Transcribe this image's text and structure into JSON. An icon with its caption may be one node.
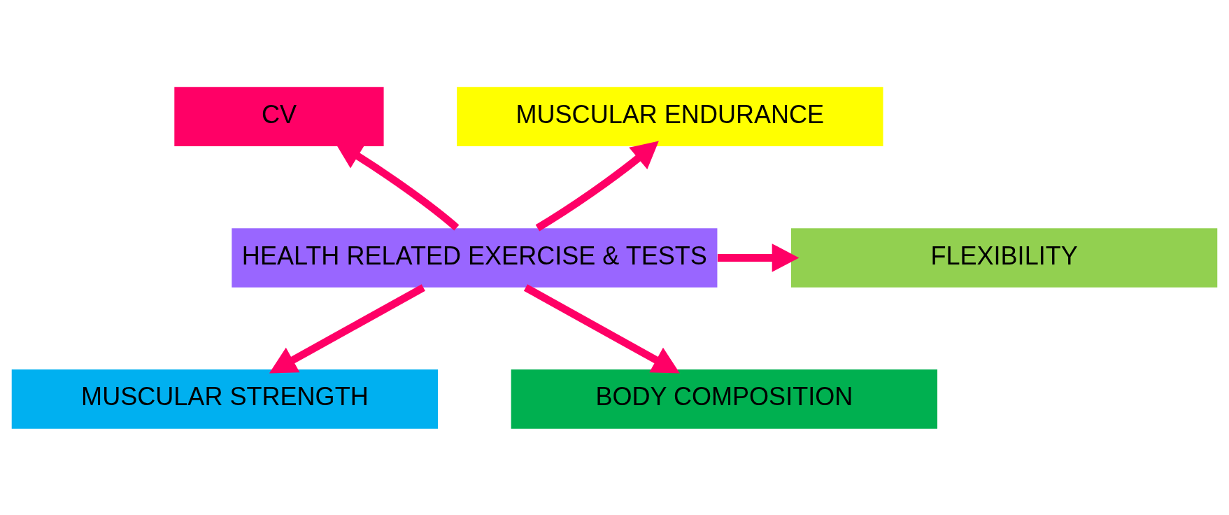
{
  "diagram": {
    "nodes": [
      {
        "text": [
          "CV"
        ]
      },
      {
        "text": [
          "MUSCULAR ENDURANCE"
        ]
      },
      {
        "text": [
          "HEALTH RELATED EXERCISE & TESTS"
        ]
      },
      {
        "text": [
          "FLEXIBILITY"
        ]
      },
      {
        "text": [
          "MUSCULAR STRENGTH"
        ]
      },
      {
        "text": [
          "BODY COMPOSITION"
        ]
      }
    ],
    "edges": [
      {
        "from": 2,
        "to": 0,
        "arrow": "to"
      },
      {
        "from": 2,
        "to": 1,
        "arrow": "to"
      },
      {
        "from": 2,
        "to": 3,
        "arrow": "to"
      },
      {
        "from": 2,
        "to": 4,
        "arrow": "to"
      },
      {
        "from": 2,
        "to": 5,
        "arrow": "to"
      }
    ]
  }
}
